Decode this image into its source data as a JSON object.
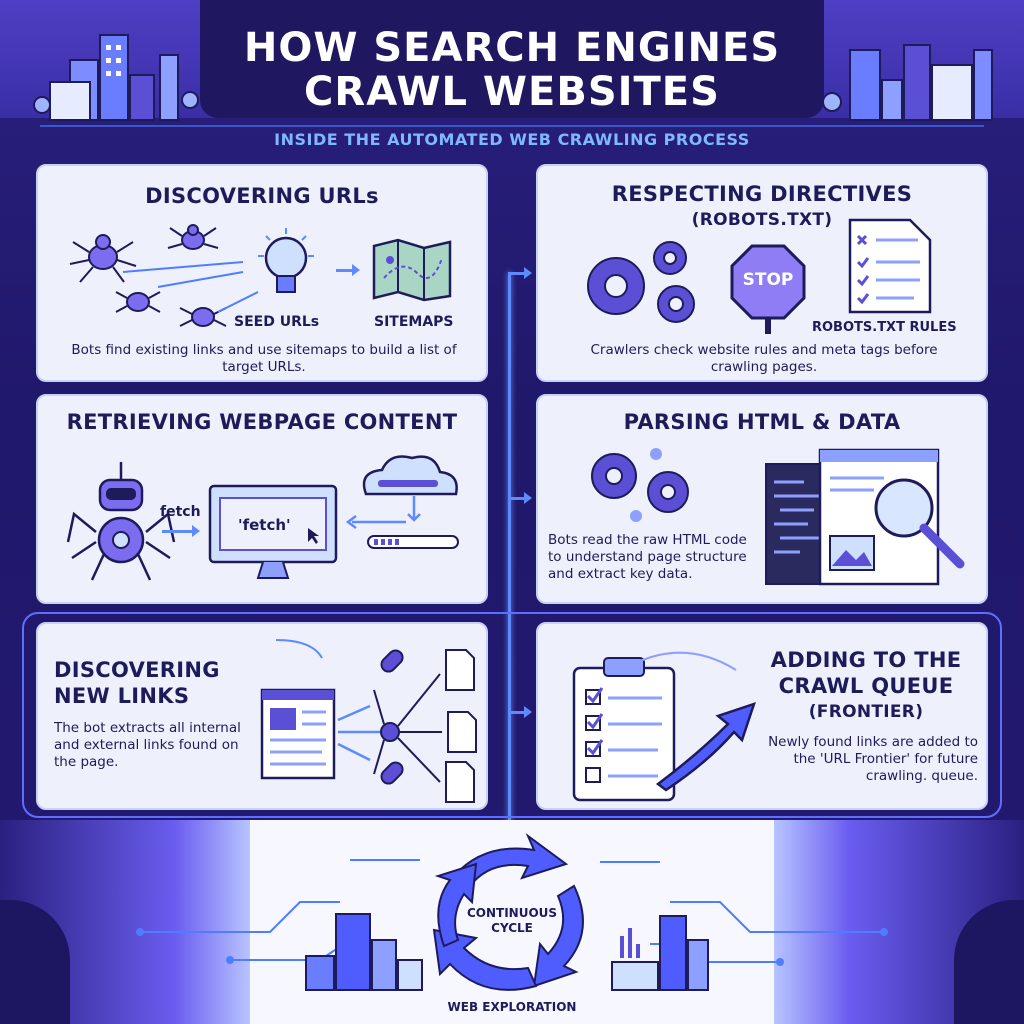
{
  "header": {
    "title_line1": "HOW SEARCH ENGINES",
    "title_line2": "CRAWL WEBSITES",
    "subtitle": "INSIDE THE AUTOMATED WEB CRAWLING PROCESS"
  },
  "panels": {
    "discovering_urls": {
      "title": "DISCOVERING URLs",
      "label_seed": "SEED URLs",
      "label_sitemaps": "SITEMAPS",
      "desc": "Bots find existing links and use sitemaps to build a list of target URLs."
    },
    "respecting_directives": {
      "title": "RESPECTING DIRECTIVES",
      "title_sub": "(ROBOTS.TXT)",
      "stop_sign": "STOP",
      "label_rules": "ROBOTS.TXT RULES",
      "desc": "Crawlers check website rules and meta tags before crawling pages."
    },
    "retrieving_content": {
      "title": "RETRIEVING WEBPAGE CONTENT",
      "fetch_label": "fetch",
      "screen_text": "'fetch'"
    },
    "parsing_html": {
      "title": "PARSING HTML & DATA",
      "desc": "Bots read the raw HTML code to understand page structure and extract key data."
    },
    "discovering_links": {
      "title_line1": "DISCOVERING",
      "title_line2": "NEW LINKS",
      "desc": "The bot extracts all internal and external links found on the page."
    },
    "crawl_queue": {
      "title_line1": "ADDING TO THE",
      "title_line2": "CRAWL QUEUE",
      "title_line3": "(FRONTIER)",
      "desc": "Newly found links are added to the 'URL Frontier' for future crawling. queue."
    }
  },
  "cycle": {
    "center_line1": "CONTINUOUS",
    "center_line2": "CYCLE",
    "caption": "WEB EXPLORATION"
  },
  "colors": {
    "accent": "#5b4fd6",
    "panel_bg": "#eef1fc",
    "navy": "#1e1b5a",
    "glow": "#5d8bff"
  }
}
